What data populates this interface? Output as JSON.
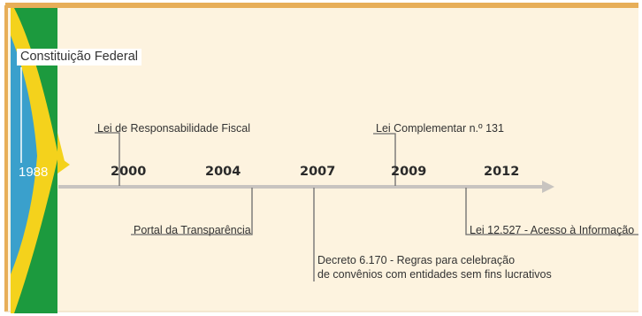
{
  "timeline": {
    "origin": {
      "year": "1988",
      "label": "Constituição Federal"
    },
    "years": [
      "2000",
      "2004",
      "2007",
      "2009",
      "2012"
    ],
    "events": [
      {
        "year": "2000",
        "label": "Lei de Responsabilidade Fiscal",
        "position": "above"
      },
      {
        "year": "2004",
        "label": "Portal da Transparência",
        "position": "below"
      },
      {
        "year": "2007",
        "label_line1": "Decreto 6.170 - Regras para celebração",
        "label_line2": "de convênios com entidades sem fins lucrativos",
        "position": "below"
      },
      {
        "year": "2009",
        "label": "Lei Complementar n.º 131",
        "position": "above"
      },
      {
        "year": "2012",
        "label": "Lei 12.527 - Acesso à Informação",
        "position": "below"
      }
    ]
  },
  "colors": {
    "background": "#fdf3df",
    "border": "#e7ae58",
    "flag_green": "#1c9a3e",
    "flag_yellow": "#f4d21c",
    "flag_blue": "#3aa0cc",
    "axis": "#c8c4c0",
    "leader": "#6b6b6b"
  }
}
